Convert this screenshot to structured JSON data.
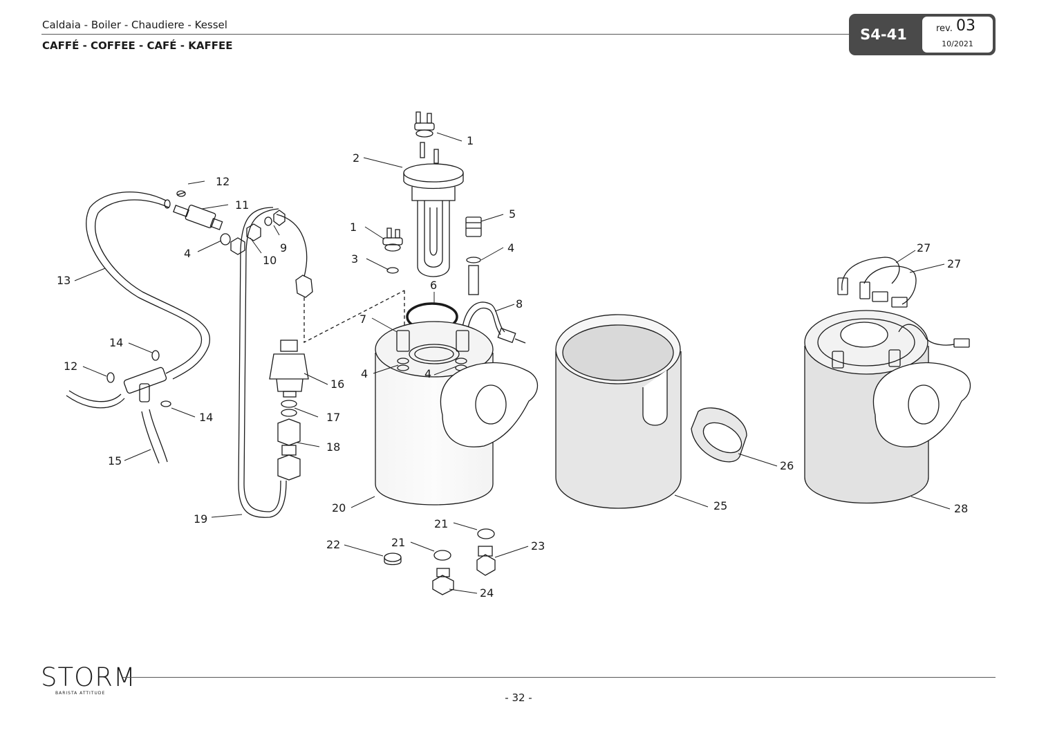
{
  "header": {
    "title": "Caldaia - Boiler - Chaudiere - Kessel",
    "subtitle": "CAFFÉ - COFFEE - CAFÉ - KAFFEE",
    "code": "S4-41",
    "rev_label": "rev.",
    "rev_number": "03",
    "date": "10/2021"
  },
  "footer": {
    "brand": "STORM",
    "tagline": "BARISTA ATTITUDE",
    "page": "- 32 -"
  },
  "callouts": [
    {
      "id": "c1a",
      "text": "1"
    },
    {
      "id": "c2",
      "text": "2"
    },
    {
      "id": "c12a",
      "text": "12"
    },
    {
      "id": "c11",
      "text": "11"
    },
    {
      "id": "c5",
      "text": "5"
    },
    {
      "id": "c1b",
      "text": "1"
    },
    {
      "id": "c4a",
      "text": "4"
    },
    {
      "id": "c9",
      "text": "9"
    },
    {
      "id": "c10",
      "text": "10"
    },
    {
      "id": "c4b",
      "text": "4"
    },
    {
      "id": "c3",
      "text": "3"
    },
    {
      "id": "c13",
      "text": "13"
    },
    {
      "id": "c6",
      "text": "6"
    },
    {
      "id": "c8",
      "text": "8"
    },
    {
      "id": "c7",
      "text": "7"
    },
    {
      "id": "c27a",
      "text": "27"
    },
    {
      "id": "c27b",
      "text": "27"
    },
    {
      "id": "c14a",
      "text": "14"
    },
    {
      "id": "c12b",
      "text": "12"
    },
    {
      "id": "c4c",
      "text": "4"
    },
    {
      "id": "c4d",
      "text": "4"
    },
    {
      "id": "c16",
      "text": "16"
    },
    {
      "id": "c14b",
      "text": "14"
    },
    {
      "id": "c17",
      "text": "17"
    },
    {
      "id": "c18",
      "text": "18"
    },
    {
      "id": "c15",
      "text": "15"
    },
    {
      "id": "c26",
      "text": "26"
    },
    {
      "id": "c20",
      "text": "20"
    },
    {
      "id": "c25",
      "text": "25"
    },
    {
      "id": "c28",
      "text": "28"
    },
    {
      "id": "c19",
      "text": "19"
    },
    {
      "id": "c21a",
      "text": "21"
    },
    {
      "id": "c21b",
      "text": "21"
    },
    {
      "id": "c22",
      "text": "22"
    },
    {
      "id": "c23",
      "text": "23"
    },
    {
      "id": "c24",
      "text": "24"
    }
  ]
}
